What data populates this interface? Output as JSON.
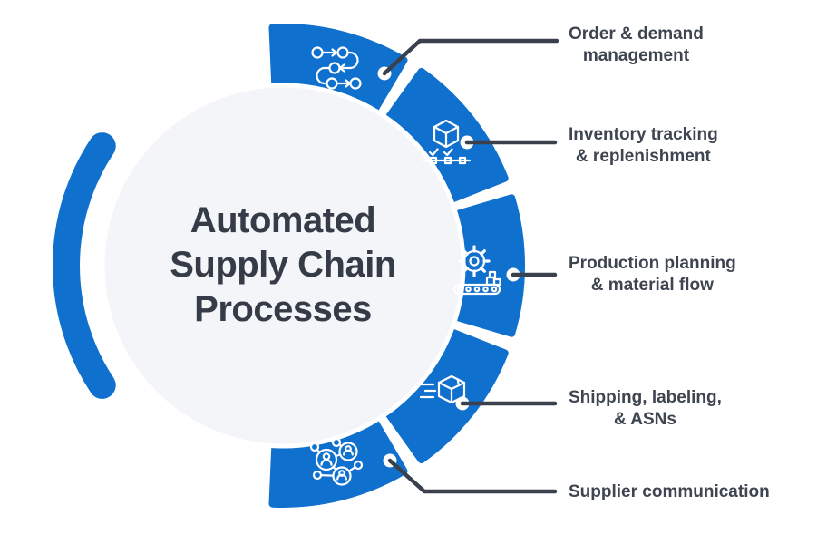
{
  "title": "Automated Supply Chain Processes",
  "colors": {
    "primary_blue": "#1070CD",
    "connector_dark": "#3A414D",
    "label_text": "#3E4550",
    "title_text": "#353C47",
    "circle_fill": "#F3F5F8",
    "icon_white": "#FFFFFF"
  },
  "items": [
    {
      "id": "order-demand",
      "icon": "process-flow-icon",
      "lines": [
        "Order & demand",
        "management"
      ]
    },
    {
      "id": "inventory",
      "icon": "box-checklist-icon",
      "lines": [
        "Inventory tracking",
        "& replenishment"
      ]
    },
    {
      "id": "production",
      "icon": "gear-conveyor-icon",
      "lines": [
        "Production planning",
        "& material flow"
      ]
    },
    {
      "id": "shipping",
      "icon": "speeding-box-icon",
      "lines": [
        "Shipping, labeling,",
        "& ASNs"
      ]
    },
    {
      "id": "supplier",
      "icon": "people-network-icon",
      "lines": [
        "Supplier communication"
      ]
    }
  ]
}
